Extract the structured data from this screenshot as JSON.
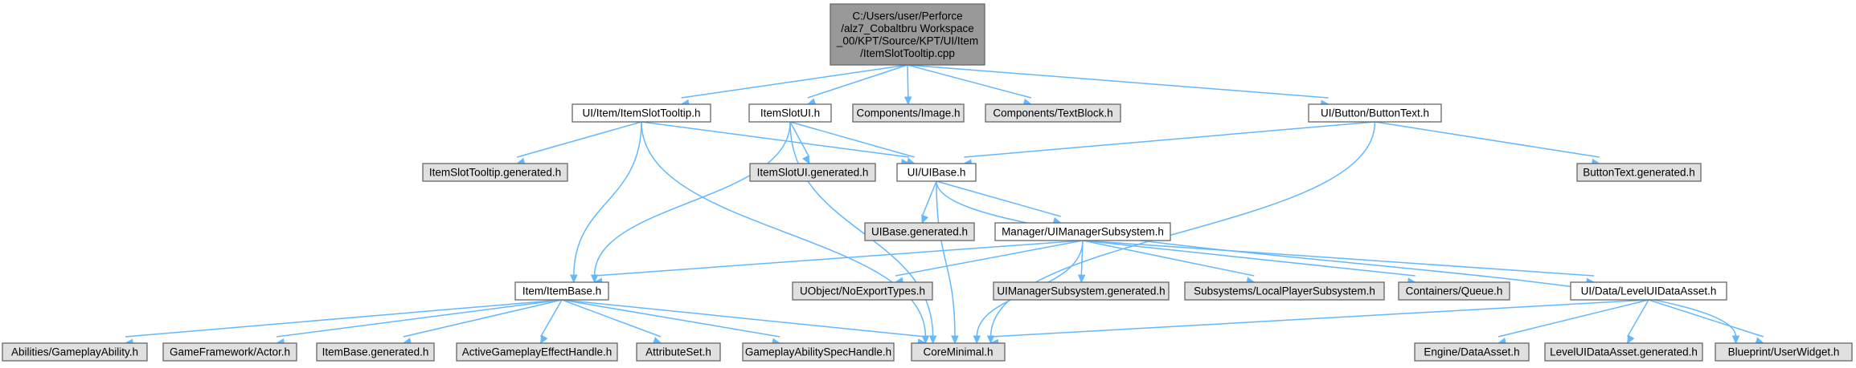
{
  "colors": {
    "root_fill": "#999999",
    "local_fill": "#ffffff",
    "external_fill": "#e0e0e0",
    "border": "#666666",
    "edge": "#63b8ff"
  },
  "nodes": [
    {
      "id": "root",
      "kind": "root",
      "lines": [
        "C:/Users/user/Perforce",
        "/alz7_Cobaltbru Workspace",
        "_00/KPT/Source/KPT/UI/Item",
        "/ItemSlotTooltip.cpp"
      ]
    },
    {
      "id": "itemslottooltip_h",
      "kind": "local",
      "lines": [
        "UI/Item/ItemSlotTooltip.h"
      ]
    },
    {
      "id": "itemslotui_h",
      "kind": "local",
      "lines": [
        "ItemSlotUI.h"
      ]
    },
    {
      "id": "components_image",
      "kind": "external",
      "lines": [
        "Components/Image.h"
      ]
    },
    {
      "id": "components_textblock",
      "kind": "external",
      "lines": [
        "Components/TextBlock.h"
      ]
    },
    {
      "id": "buttontext_h",
      "kind": "local",
      "lines": [
        "UI/Button/ButtonText.h"
      ]
    },
    {
      "id": "itemslottooltip_gen",
      "kind": "external",
      "lines": [
        "ItemSlotTooltip.generated.h"
      ]
    },
    {
      "id": "itemslotui_gen",
      "kind": "external",
      "lines": [
        "ItemSlotUI.generated.h"
      ]
    },
    {
      "id": "uibase_h",
      "kind": "local",
      "lines": [
        "UI/UIBase.h"
      ]
    },
    {
      "id": "buttontext_gen",
      "kind": "external",
      "lines": [
        "ButtonText.generated.h"
      ]
    },
    {
      "id": "uibase_gen",
      "kind": "external",
      "lines": [
        "UIBase.generated.h"
      ]
    },
    {
      "id": "uimanager_h",
      "kind": "local",
      "lines": [
        "Manager/UIManagerSubsystem.h"
      ]
    },
    {
      "id": "itembase_h",
      "kind": "local",
      "lines": [
        "Item/ItemBase.h"
      ]
    },
    {
      "id": "uobject_noexport",
      "kind": "external",
      "lines": [
        "UObject/NoExportTypes.h"
      ]
    },
    {
      "id": "uimanager_gen",
      "kind": "external",
      "lines": [
        "UIManagerSubsystem.generated.h"
      ]
    },
    {
      "id": "localplayer_sub",
      "kind": "external",
      "lines": [
        "Subsystems/LocalPlayerSubsystem.h"
      ]
    },
    {
      "id": "containers_queue",
      "kind": "external",
      "lines": [
        "Containers/Queue.h"
      ]
    },
    {
      "id": "leveluidataasset_h",
      "kind": "local",
      "lines": [
        "UI/Data/LevelUIDataAsset.h"
      ]
    },
    {
      "id": "gameplayability",
      "kind": "external",
      "lines": [
        "Abilities/GameplayAbility.h"
      ]
    },
    {
      "id": "actor_h",
      "kind": "external",
      "lines": [
        "GameFramework/Actor.h"
      ]
    },
    {
      "id": "itembase_gen",
      "kind": "external",
      "lines": [
        "ItemBase.generated.h"
      ]
    },
    {
      "id": "activege_handle",
      "kind": "external",
      "lines": [
        "ActiveGameplayEffectHandle.h"
      ]
    },
    {
      "id": "attributeset",
      "kind": "external",
      "lines": [
        "AttributeSet.h"
      ]
    },
    {
      "id": "abilityspechandle",
      "kind": "external",
      "lines": [
        "GameplayAbilitySpecHandle.h"
      ]
    },
    {
      "id": "coreminimal",
      "kind": "external",
      "lines": [
        "CoreMinimal.h"
      ]
    },
    {
      "id": "engine_dataasset",
      "kind": "external",
      "lines": [
        "Engine/DataAsset.h"
      ]
    },
    {
      "id": "leveluidataasset_gen",
      "kind": "external",
      "lines": [
        "LevelUIDataAsset.generated.h"
      ]
    },
    {
      "id": "userwidget",
      "kind": "external",
      "lines": [
        "Blueprint/UserWidget.h"
      ]
    }
  ],
  "edges": [
    [
      "root",
      "itemslottooltip_h"
    ],
    [
      "root",
      "itemslotui_h"
    ],
    [
      "root",
      "components_image"
    ],
    [
      "root",
      "components_textblock"
    ],
    [
      "root",
      "buttontext_h"
    ],
    [
      "itemslottooltip_h",
      "itemslottooltip_gen"
    ],
    [
      "itemslottooltip_h",
      "uibase_h"
    ],
    [
      "itemslottooltip_h",
      "itembase_h"
    ],
    [
      "itemslottooltip_h",
      "coreminimal"
    ],
    [
      "itemslotui_h",
      "itemslotui_gen"
    ],
    [
      "itemslotui_h",
      "uibase_h"
    ],
    [
      "itemslotui_h",
      "itembase_h"
    ],
    [
      "itemslotui_h",
      "coreminimal"
    ],
    [
      "buttontext_h",
      "uibase_h"
    ],
    [
      "buttontext_h",
      "buttontext_gen"
    ],
    [
      "buttontext_h",
      "coreminimal"
    ],
    [
      "uibase_h",
      "uibase_gen"
    ],
    [
      "uibase_h",
      "uimanager_h"
    ],
    [
      "uibase_h",
      "coreminimal"
    ],
    [
      "uibase_h",
      "userwidget"
    ],
    [
      "uimanager_h",
      "itembase_h"
    ],
    [
      "uimanager_h",
      "uobject_noexport"
    ],
    [
      "uimanager_h",
      "uimanager_gen"
    ],
    [
      "uimanager_h",
      "localplayer_sub"
    ],
    [
      "uimanager_h",
      "containers_queue"
    ],
    [
      "uimanager_h",
      "leveluidataasset_h"
    ],
    [
      "uimanager_h",
      "coreminimal"
    ],
    [
      "itembase_h",
      "gameplayability"
    ],
    [
      "itembase_h",
      "actor_h"
    ],
    [
      "itembase_h",
      "itembase_gen"
    ],
    [
      "itembase_h",
      "activege_handle"
    ],
    [
      "itembase_h",
      "attributeset"
    ],
    [
      "itembase_h",
      "abilityspechandle"
    ],
    [
      "itembase_h",
      "coreminimal"
    ],
    [
      "leveluidataasset_h",
      "coreminimal"
    ],
    [
      "leveluidataasset_h",
      "engine_dataasset"
    ],
    [
      "leveluidataasset_h",
      "leveluidataasset_gen"
    ],
    [
      "leveluidataasset_h",
      "userwidget"
    ]
  ]
}
